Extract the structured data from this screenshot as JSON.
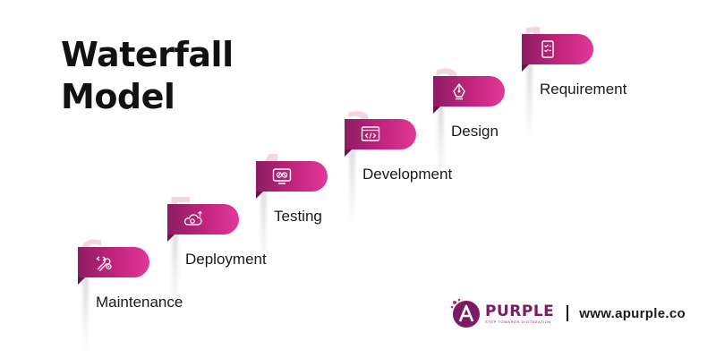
{
  "title": {
    "line1": "Waterfall",
    "line2": "Model"
  },
  "steps": [
    {
      "number": "1",
      "label": "Requirement",
      "icon": "checklist-icon"
    },
    {
      "number": "2",
      "label": "Design",
      "icon": "pen-tool-icon"
    },
    {
      "number": "3",
      "label": "Development",
      "icon": "code-window-icon"
    },
    {
      "number": "4",
      "label": "Testing",
      "icon": "monitor-test-icon"
    },
    {
      "number": "5",
      "label": "Deployment",
      "icon": "cloud-gear-icon"
    },
    {
      "number": "6",
      "label": "Maintenance",
      "icon": "tools-icon"
    }
  ],
  "brand": {
    "name": "PURPLE",
    "tagline": "STEP TOWARDS DIGITIZATION",
    "url": "www.apurple.co"
  },
  "colors": {
    "accent": "#c4257e",
    "accent_dark": "#8c1d62",
    "number": "#f3d6e3",
    "brand": "#7a1b63"
  }
}
